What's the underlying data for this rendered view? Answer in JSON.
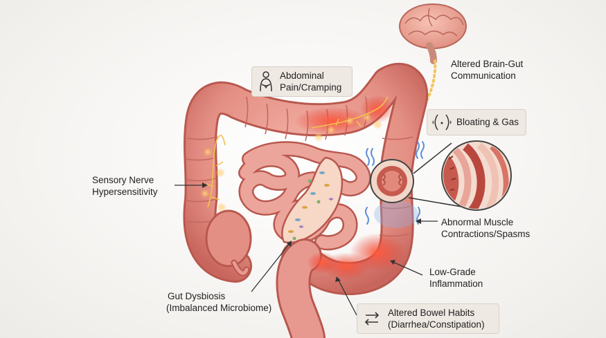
{
  "labels": {
    "abdominal_pain": [
      "Abdominal",
      "Pain/Cramping"
    ],
    "brain_gut": [
      "Altered Brain-Gut",
      "Communication"
    ],
    "bloating": [
      "Bloating & Gas"
    ],
    "sensory": [
      "Sensory Nerve",
      "Hypersensitivity"
    ],
    "muscle": [
      "Abnormal Muscle",
      "Contractions/Spasms"
    ],
    "inflammation": [
      "Low-Grade",
      "Inflammation"
    ],
    "dysbiosis": [
      "Gut Dysbiosis",
      "(Imbalanced Microbiome)"
    ],
    "bowel_habits": [
      "Altered Bowel Habits",
      "(Diarrhea/Constipation)"
    ]
  },
  "icons": {
    "abdominal_pain": "abdomen-pain-icon",
    "bloating": "bloated-belly-icon",
    "bowel_habits": "bidirectional-arrows-icon"
  },
  "colors": {
    "background": "#f6f4f1",
    "intestine": "#e8998f",
    "intestine_outline": "#b8584f",
    "inflammation": "#e23b2e",
    "nerve": "#f2c14e",
    "spasm": "#5f8fd6",
    "box_fill": "#efe9e3"
  }
}
